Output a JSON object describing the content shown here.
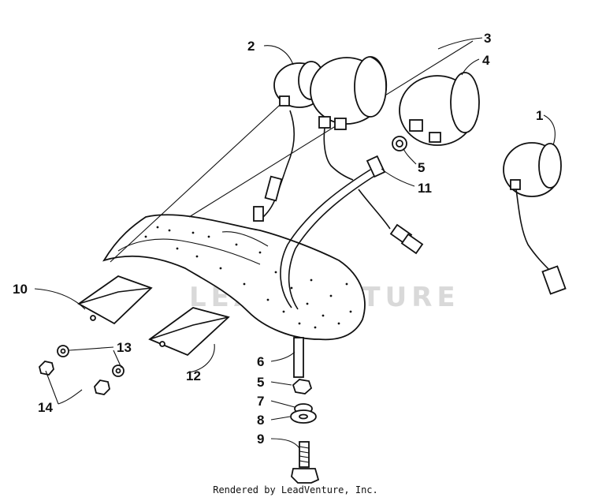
{
  "diagram": {
    "callouts": [
      {
        "id": "c1",
        "label": "1"
      },
      {
        "id": "c2",
        "label": "2"
      },
      {
        "id": "c3",
        "label": "3"
      },
      {
        "id": "c4",
        "label": "4"
      },
      {
        "id": "c5a",
        "label": "5"
      },
      {
        "id": "c11",
        "label": "11"
      },
      {
        "id": "c10",
        "label": "10"
      },
      {
        "id": "c13",
        "label": "13"
      },
      {
        "id": "c12",
        "label": "12"
      },
      {
        "id": "c14",
        "label": "14"
      },
      {
        "id": "c6",
        "label": "6"
      },
      {
        "id": "c5b",
        "label": "5"
      },
      {
        "id": "c7",
        "label": "7"
      },
      {
        "id": "c8",
        "label": "8"
      },
      {
        "id": "c9",
        "label": "9"
      }
    ],
    "watermark": "LEADVENTURE",
    "footer": "Rendered by LeadVenture, Inc."
  }
}
